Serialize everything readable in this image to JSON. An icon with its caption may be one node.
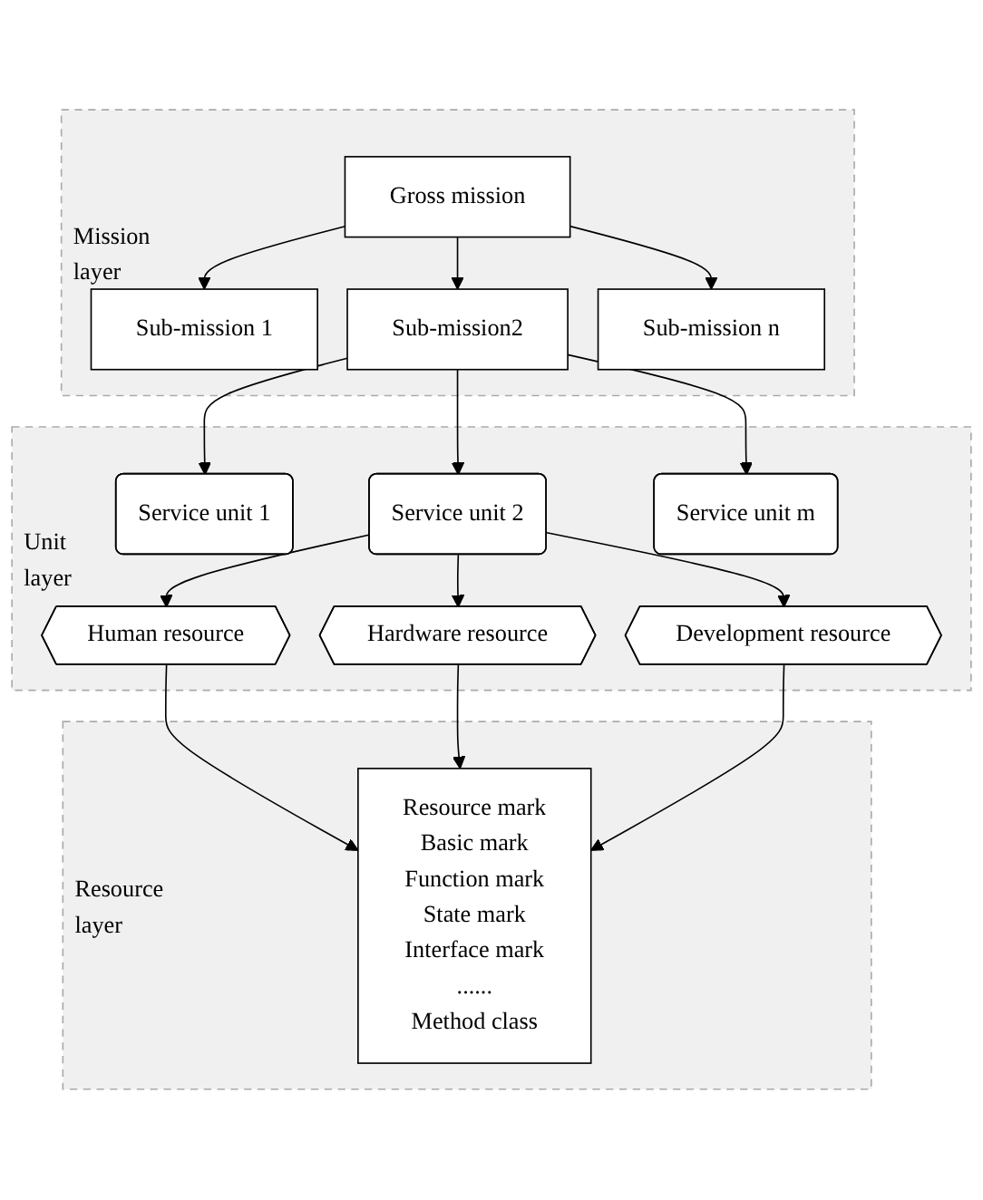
{
  "diagram": {
    "nodes": [
      {
        "text": [
          "Mission layer"
        ]
      },
      {
        "text": [
          "Gross mission"
        ],
        "in": 0
      },
      {
        "text": [
          "Sub-mission 1"
        ],
        "in": 0
      },
      {
        "text": [
          "Sub-mission2"
        ],
        "in": 0
      },
      {
        "text": [
          "Sub-mission n"
        ],
        "in": 0
      },
      {
        "text": [
          "Unit layer"
        ]
      },
      {
        "text": [
          "Service unit 1"
        ],
        "in": 5
      },
      {
        "text": [
          "Service unit 2"
        ],
        "in": 5
      },
      {
        "text": [
          "Service unit m"
        ],
        "in": 5
      },
      {
        "text": [
          "Human resource"
        ],
        "in": 5
      },
      {
        "text": [
          "Hardware resource"
        ],
        "in": 5
      },
      {
        "text": [
          "Development resource"
        ],
        "in": 5
      },
      {
        "text": [
          "Resource layer"
        ]
      },
      {
        "text": [
          "Resource mark",
          "Basic mark",
          "Function mark",
          "State mark",
          "Interface mark",
          "......",
          "Method class"
        ],
        "in": 12
      }
    ],
    "edges": [
      {
        "from": 1,
        "to": 2,
        "arrow": "to"
      },
      {
        "from": 1,
        "to": 3,
        "arrow": "to"
      },
      {
        "from": 1,
        "to": 4,
        "arrow": "to"
      },
      {
        "from": 3,
        "to": 6,
        "arrow": "to"
      },
      {
        "from": 3,
        "to": 7,
        "arrow": "to"
      },
      {
        "from": 3,
        "to": 8,
        "arrow": "to"
      },
      {
        "from": 7,
        "to": 9,
        "arrow": "to"
      },
      {
        "from": 7,
        "to": 10,
        "arrow": "to"
      },
      {
        "from": 7,
        "to": 11,
        "arrow": "to"
      },
      {
        "from": 9,
        "to": 13,
        "arrow": "to"
      },
      {
        "from": 10,
        "to": 13,
        "arrow": "to"
      },
      {
        "from": 11,
        "to": 13,
        "arrow": "to"
      }
    ]
  }
}
